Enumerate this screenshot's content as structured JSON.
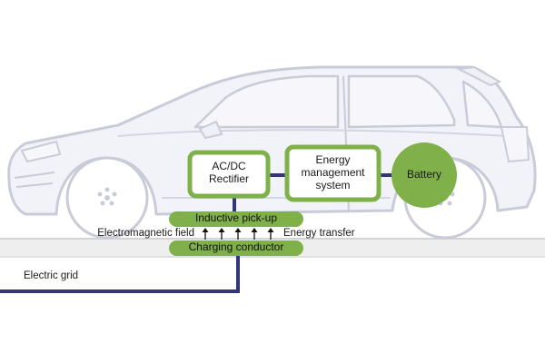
{
  "labels": {
    "rectifier_line1": "AC/DC",
    "rectifier_line2": "Rectifier",
    "ems_line1": "Energy",
    "ems_line2": "management",
    "ems_line3": "system",
    "battery": "Battery",
    "pickup": "Inductive pick-up",
    "em_field": "Electromagnetic field",
    "energy_transfer": "Energy transfer",
    "conductor": "Charging conductor",
    "grid": "Electric grid"
  },
  "colors": {
    "green": "#7fb049",
    "green_border": "#6fa03c",
    "blue_line": "#34347a",
    "car_outline": "#c9cbd8",
    "car_fill": "#f2f3f8",
    "ground": "#d9d9d9",
    "ground_band": "#eeeeee"
  }
}
